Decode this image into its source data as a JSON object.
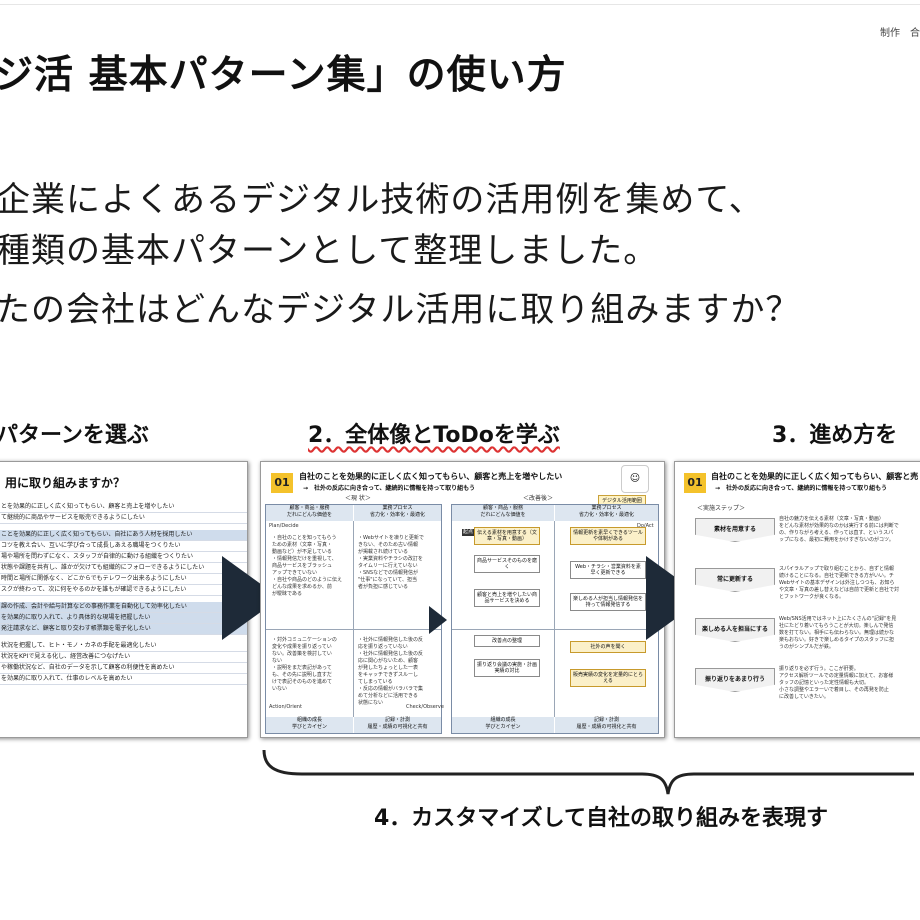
{
  "header": {
    "credit": "制作　合",
    "title": "ジ活 基本パターン集」の使い方"
  },
  "intro": {
    "line1": "企業によくあるデジタル技術の活用例を集めて、",
    "line2": "種類の基本パターンとして整理しました。",
    "line3": "たの会社はどんなデジタル活用に取り組みますか？"
  },
  "steps": {
    "step1": "パターンを選ぶ",
    "step2": "2．全体像とToDoを学ぶ",
    "step3": "3．進め方を",
    "step4": "4．カスタマイズして自社の取り組みを表現す"
  },
  "panel1": {
    "heading": "用に取り組みますか？",
    "rows": [
      "とを効果的に正しく広く知ってもらい、顧客と売上を増やしたい",
      "て継続的に商品やサービスを販売できるようにしたい",
      "",
      "ことを効果的に正しく広く知ってもらい、自社にあう人材を採用したい",
      "コツを教え合い、互いに学び合って成長しあえる職場をつくりたい",
      "場や場所を問わずになく、スタッフが自律的に動ける組織をつくりたい",
      "状態や課題を共有し、誰かが欠けても組織的にフォローできるようにしたい",
      "時間と場所に関係なく、どこからでもテレワーク出来るようにしたい",
      "スクが終わって、次に何をやるのかを誰もが確認できるようにしたい",
      "",
      "課の作成、会計や給与計算などの事務作業を自動化して効率化したい",
      "を効果的に取り入れて、より具体的な現場を把握したい",
      "発注請求など、顧客と取り交わす帳票類を電子化したい",
      "",
      "状況を把握して、ヒト・モノ・カネの手配を最適化したい",
      "状況をKPIで見える化し、経営改善につなげたい",
      "や稼働状況など、自社のデータを示して顧客の利便性を高めたい",
      "を効果的に取り入れて、仕事のレベルを高めたい"
    ]
  },
  "panel2": {
    "badge": "01",
    "title": "自社のことを効果的に正しく広く知ってもらい、顧客と売上を増やしたい",
    "subtitle": "→　社外の反応に向き合って、継続的に情報を持って取り組もう",
    "current_label": "＜現 状＞",
    "improved_label": "＜改善後＞",
    "tag": "デジタル活用範囲",
    "col_headers": [
      "顧客・商品・服務",
      "業務プロセス",
      "顧客・商品・服務",
      "業務プロセス"
    ],
    "col_sub": [
      "だれにどんな価値を",
      "省力化・効率化・最適化",
      "だれにどんな価値を",
      "省力化・効率化・最適化"
    ],
    "plan_label": "Plan/Decide",
    "do_label": "Do/Act",
    "action_label": "Action/Orient",
    "check_label": "Check/Observe",
    "notes_a": [
      "・自社のことを知ってもらう",
      "ための素材（文章・写真・",
      "動画など）が不足している",
      "・情報発信だけを重視して、",
      "商品サービスをブラッシュ",
      "アップできていない",
      "・自社や商品のどのように伝え",
      "どんな成果を求めるか、前",
      "が曖昧である"
    ],
    "notes_b": [
      "・Webサイトを凍りと更新で",
      "きない、そのため古い情報",
      "が掲載され続けている",
      "・実業資料やチラシの改訂を",
      "タイムリーに行えていない",
      "・SNSなどでの情報発信が",
      "\"仕事\"になっていて、担当",
      "者が負担に感じている"
    ],
    "notes_c": [
      "・対外コミュニケーションの",
      "変化や成果を振り返ってい",
      "ない。改善策を検討してい",
      "ない",
      "・説明をまだ表記があって",
      "も、その先に説明し直すだ",
      "けで表記そのものを進めて",
      "いない"
    ],
    "notes_d": [
      "・社外に情報発信した後の反",
      "応を振り返っていない",
      "・社外に情報発信した後の反",
      "応に関心がないため、顧客",
      "が発したちょっとした一表",
      "をキャッチできずスルーし",
      "てしまっている",
      "・反応の情報がバラバラで集",
      "めて分析などに活用できる",
      "状態にない"
    ],
    "flow_boxes": [
      "伝える素材を用意する（文章・写真・動画）",
      "商品サービスそのものを磨く",
      "顧客と売上を増やしたい商品サービスを決める",
      "改善点の整理",
      "振り返り会議の実施・計画実績の対比"
    ],
    "flow_right": [
      "情報更新を素早くできるツールや体制がある",
      "Web・チラシ・営業資料を素早く更新できる",
      "楽しめる人が担当し情報発信を持って情報発信する",
      "社外の声を聞く",
      "販売実績の変化を定量的にとらえる"
    ],
    "start_label": "起点",
    "growth_left": "組織の成長",
    "growth_left_sub": "学びとカイゼン",
    "record_left": "記録・計測",
    "record_left_sub": "履歴・成績の可視化と共有",
    "growth_right": "組織の成長",
    "growth_right_sub": "学びとカイゼン",
    "record_right": "記録・計測",
    "record_right_sub": "履歴・成績の可視化と共有"
  },
  "panel3": {
    "badge": "01",
    "title": "自社のことを効果的に正しく広く知ってもらい、顧客と売",
    "subtitle": "→　社外の反応に向き合って、継続的に情報を持って取り組もう",
    "steps_label": "＜実施ステップ＞",
    "buttons": [
      "素材を用意する",
      "常に更新する",
      "楽しめる人を担当にする",
      "振り返りをあまり行う"
    ],
    "desc": [
      [
        "自社の魅力を伝える素材（文章・写真・動画）",
        "をどんな素材が効果的なのかは実行する前には判断で",
        "の、作りながら考える、作っては直す、というスパ",
        "ップになる、最初に費用をかけすぎないのがコツ。"
      ],
      [
        "スパイラルアップで取り組むことから、自ずと情報",
        "続けることになる。自社で更新できる方がいい。チ",
        "Webサイトの基本デザインは外注しつつも、お知ら",
        "や文章・写真の差し替えなどは自前で更新と自社で対",
        "とフットワークが良くなる。"
      ],
      [
        "Web/SNS活用ではネット上にたくさんの\"記録\"を見",
        "社にたどり着いてもらうことが大切。楽しんで発信",
        "数を打てない。相手にも伝わらない。無理は続かな",
        "楽もおない。好きで楽しめるタイプのスタッフに担",
        "うのがシンプルだが鉄。"
      ],
      [
        "振り返りを必ず行う。ここが肝要。",
        "アクセス解析ツールでの定量情報に加えて、お客様",
        "タッフの記憶といった定性情報も大切。",
        "小さな調整やエラーいで着目し、その再発を防止",
        "に改善していきたい。"
      ]
    ]
  }
}
